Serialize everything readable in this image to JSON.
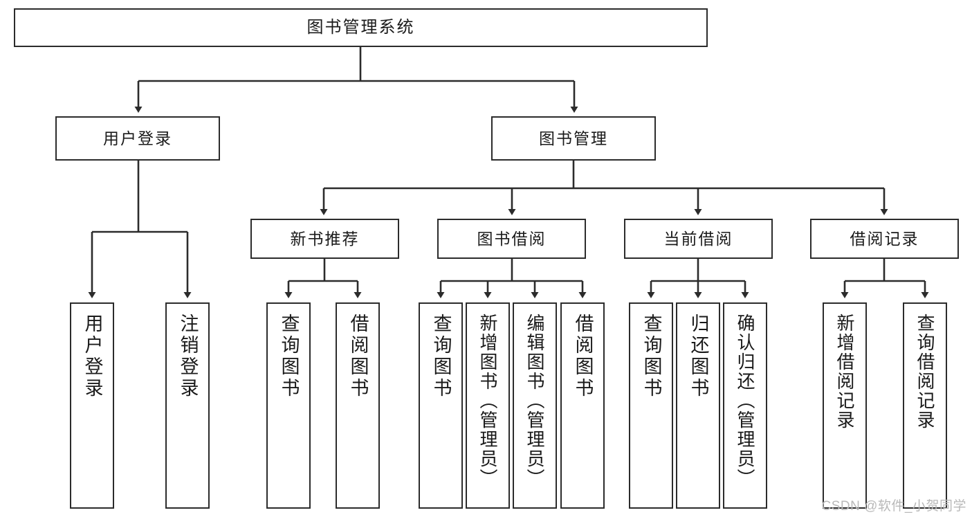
{
  "diagram": {
    "title": "图书管理系统",
    "type": "tree",
    "watermark": "CSDN @软件_小贺同学",
    "colors": {
      "stroke": "#2b2b2b",
      "fill": "#ffffff",
      "text": "#1a1a1a",
      "watermark": "#b9b9b9"
    },
    "levels": {
      "root": {
        "label": "图书管理系统"
      },
      "level2": [
        {
          "label": "用户登录"
        },
        {
          "label": "图书管理"
        }
      ],
      "level3": [
        {
          "label": "新书推荐"
        },
        {
          "label": "图书借阅"
        },
        {
          "label": "当前借阅"
        },
        {
          "label": "借阅记录"
        }
      ],
      "leaves": {
        "user_login": [
          {
            "label": "用户登录"
          },
          {
            "label": "注销登录"
          }
        ],
        "new_book_recommend": [
          {
            "label": "查询图书"
          },
          {
            "label": "借阅图书"
          }
        ],
        "book_borrow": [
          {
            "label": "查询图书"
          },
          {
            "label": "新增图书（管理员）"
          },
          {
            "label": "编辑图书（管理员）"
          },
          {
            "label": "借阅图书"
          }
        ],
        "current_borrow": [
          {
            "label": "查询图书"
          },
          {
            "label": "归还图书"
          },
          {
            "label": "确认归还（管理员）"
          }
        ],
        "borrow_record": [
          {
            "label": "新增借阅记录"
          },
          {
            "label": "查询借阅记录"
          }
        ]
      }
    }
  }
}
